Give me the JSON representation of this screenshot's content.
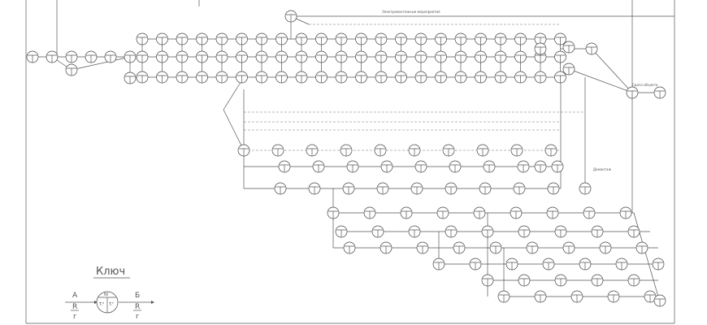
{
  "legend": {
    "title": "Ключ",
    "start_event": "А",
    "end_event": "Б",
    "work_num_left": "R",
    "work_den_left": "r",
    "work_num_right": "R",
    "work_den_right": "r",
    "node_number": "Ni",
    "node_early": "Tᵢᴿ",
    "node_late": "Tᵢᴾ"
  },
  "labels": {
    "electrical": "Электромонтажные мероприятия",
    "handover": "Сдача объекта",
    "dismantling": "Демонтаж"
  },
  "colors": {
    "line": "#555555",
    "background": "#ffffff"
  }
}
